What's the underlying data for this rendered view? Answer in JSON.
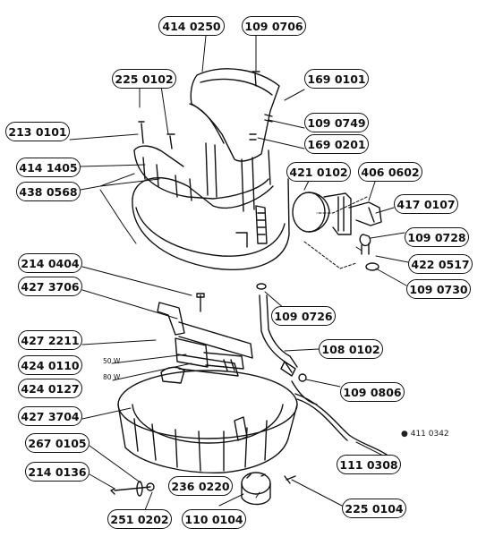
{
  "labels": [
    {
      "id": "414-0250",
      "text": "414 0250"
    },
    {
      "id": "109-0706",
      "text": "109 0706"
    },
    {
      "id": "225-0102",
      "text": "225 0102"
    },
    {
      "id": "169-0101",
      "text": "169 0101"
    },
    {
      "id": "213-0101",
      "text": "213 0101"
    },
    {
      "id": "109-0749",
      "text": "109 0749"
    },
    {
      "id": "169-0201",
      "text": "169 0201"
    },
    {
      "id": "414-1405",
      "text": "414 1405"
    },
    {
      "id": "421-0102",
      "text": "421 0102"
    },
    {
      "id": "406-0602",
      "text": "406 0602"
    },
    {
      "id": "438-0568",
      "text": "438 0568"
    },
    {
      "id": "417-0107",
      "text": "417 0107"
    },
    {
      "id": "109-0728",
      "text": "109 0728"
    },
    {
      "id": "422-0517",
      "text": "422 0517"
    },
    {
      "id": "214-0404",
      "text": "214 0404"
    },
    {
      "id": "109-0730",
      "text": "109 0730"
    },
    {
      "id": "427-3706",
      "text": "427 3706"
    },
    {
      "id": "109-0726",
      "text": "109 0726"
    },
    {
      "id": "427-2211",
      "text": "427 2211"
    },
    {
      "id": "108-0102",
      "text": "108 0102"
    },
    {
      "id": "424-0110",
      "text": "424 0110"
    },
    {
      "id": "424-0127",
      "text": "424 0127"
    },
    {
      "id": "109-0806",
      "text": "109 0806"
    },
    {
      "id": "427-3704",
      "text": "427 3704"
    },
    {
      "id": "267-0105",
      "text": "267 0105"
    },
    {
      "id": "111-0308",
      "text": "111 0308"
    },
    {
      "id": "214-0136",
      "text": "214 0136"
    },
    {
      "id": "236-0220",
      "text": "236 0220"
    },
    {
      "id": "225-0104",
      "text": "225 0104"
    },
    {
      "id": "251-0202",
      "text": "251 0202"
    },
    {
      "id": "110-0104",
      "text": "110 0104"
    }
  ],
  "power_labels": {
    "w50": "50 W",
    "w80": "80 W"
  },
  "drawing_ref": "● 411 0342"
}
